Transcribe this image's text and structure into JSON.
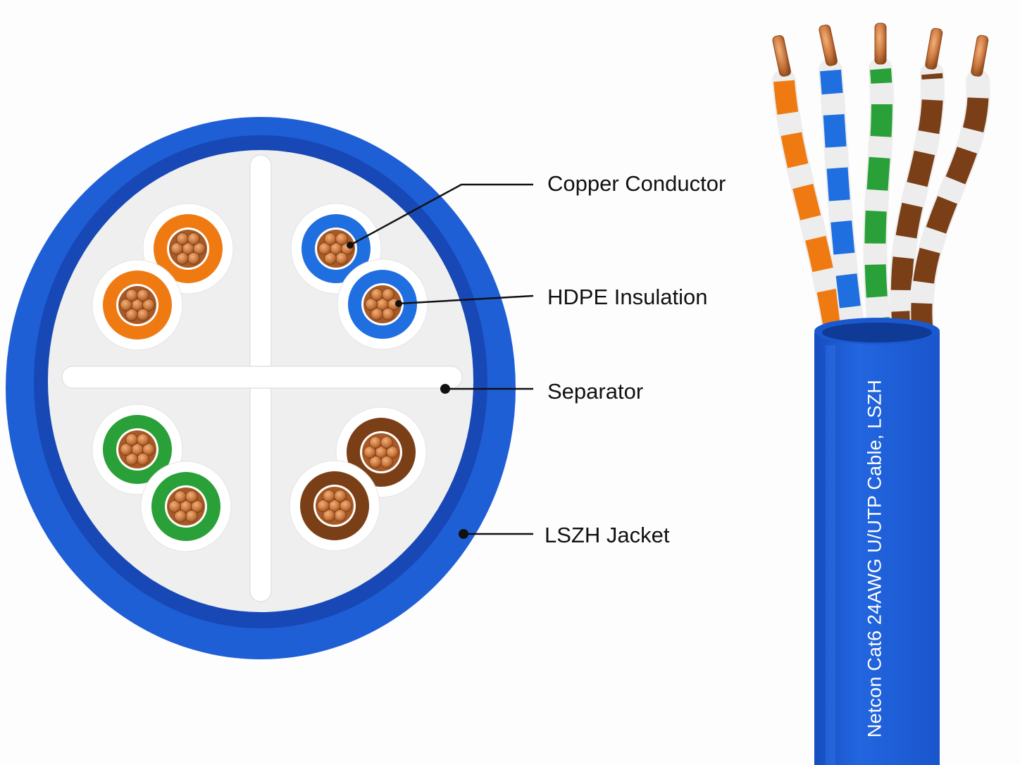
{
  "labels": {
    "copper_conductor": "Copper Conductor",
    "hdpe_insulation": "HDPE Insulation",
    "separator": "Separator",
    "lszh_jacket": "LSZH Jacket"
  },
  "cable_print": "Netcon Cat6 24AWG U/UTP Cable, LSZH",
  "colors": {
    "jacket": "#1f5fd6",
    "jacket_dark": "#1748b5",
    "orange": "#f07a12",
    "blue": "#1f6fe0",
    "green": "#2aa038",
    "brown": "#7a3f17",
    "copper": "#c9773e",
    "separator": "#ffffff",
    "interior": "#efefef"
  },
  "pairs": [
    {
      "name": "orange",
      "color": "orange"
    },
    {
      "name": "blue",
      "color": "blue"
    },
    {
      "name": "green",
      "color": "green"
    },
    {
      "name": "brown",
      "color": "brown"
    }
  ]
}
